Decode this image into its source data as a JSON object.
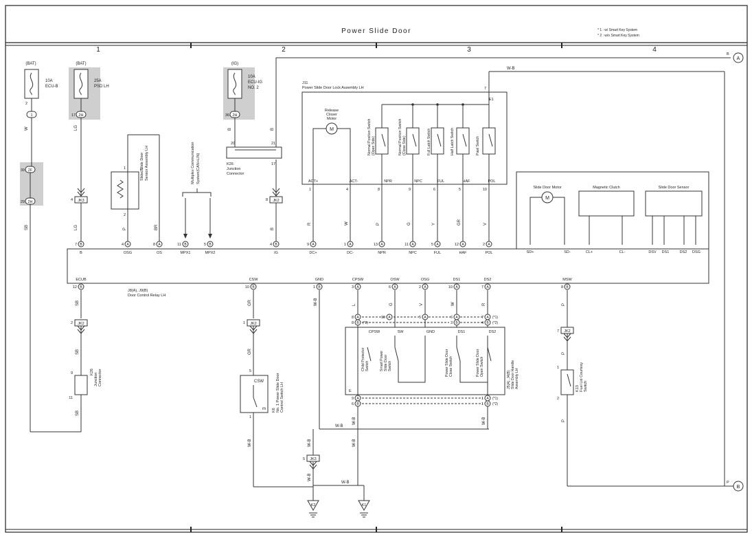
{
  "title": "Power Slide Door",
  "notes": [
    "* 1 : w/ Smart Key System",
    "* 2 : w/o Smart Key System"
  ],
  "columns": [
    "1",
    "2",
    "3",
    "4"
  ],
  "offpage": {
    "a": {
      "label": "A",
      "side": "B"
    },
    "b": {
      "label": "B",
      "side": "P"
    }
  },
  "fuses": {
    "f1": {
      "source": "(BAT)",
      "rating": "10A",
      "name": "ECU-B",
      "line2": ""
    },
    "f2": {
      "source": "(BAT)",
      "rating": "25A",
      "name": "PSD LH",
      "line2": ""
    },
    "f3": {
      "source": "(IG)",
      "rating": "10A",
      "name": "ECU-IG",
      "line2": "NO. 2"
    }
  },
  "junction_pins": {
    "p1": {
      "pin": "2",
      "conn": "1"
    },
    "p2": {
      "pin": "17",
      "conn": "2H"
    },
    "p3": {
      "pin": "36",
      "conn": "2H"
    },
    "p4": {
      "pin": "39",
      "conn": "2F"
    },
    "p5": {
      "pin": "29",
      "conn": "2H"
    }
  },
  "jk": {
    "jk3a": {
      "pin": "4",
      "name": "JK3"
    },
    "jk2a": {
      "pin": "8",
      "name": "JK2"
    },
    "jk2b": {
      "pin": "2",
      "name": "JK2"
    },
    "jk2c": {
      "pin": "1",
      "name": "JK2"
    },
    "jk2d": {
      "pin": "7",
      "name": "JK2"
    },
    "jk3b": {
      "pin": "5",
      "name": "JK3"
    }
  },
  "k26a": {
    "name": "K26",
    "sub": "Junction",
    "sub2": "Connector",
    "pins": [
      "20",
      "21",
      "17"
    ]
  },
  "k26b": {
    "name": "K26",
    "sub": "Junction",
    "sub2": "Connector",
    "pins": [
      "9",
      "11"
    ]
  },
  "j5": {
    "name": "J5",
    "line1": "Slider Slide Door",
    "line2": "Sensor Assembly LH",
    "pins": [
      "1",
      "2"
    ]
  },
  "mpx": {
    "line1": "Multiplex Communication",
    "line2": "System(CAN+LIN)"
  },
  "j11": {
    "id": "J11",
    "name": "Power Slide Door Lock Assembly LH",
    "e1": "E1",
    "pin_e1": "7",
    "motor": [
      "Release",
      "Closer",
      "Motor"
    ],
    "switches": [
      [
        "Normal Position Switch",
        "(Open Side)"
      ],
      [
        "Normal Position Switch",
        "(Close Side)"
      ],
      [
        "Full Latch Switch",
        ""
      ],
      [
        "Half Latch Switch",
        ""
      ],
      [
        "Pawl Switch",
        ""
      ]
    ],
    "terms": [
      "ACT+",
      "ACT-",
      "NPR",
      "NPC",
      "FUL",
      "HAF",
      "POL"
    ],
    "pins": [
      "1",
      "4",
      "8",
      "9",
      "6",
      "5",
      "10"
    ]
  },
  "wires": {
    "w_bat1": "W",
    "w_lg1": "LG",
    "w_lg2": "LG",
    "w_b1": "B",
    "w_b2": "B",
    "w_b3": "B",
    "w_sb1": "SB",
    "w_sb2": "SB",
    "w_sb3": "SB",
    "w_sb4": "SB",
    "w_p1": "P",
    "w_br": "BR",
    "w_r1": "R",
    "w_w1": "W",
    "w_p2": "P",
    "w_g1": "G",
    "w_y1": "Y",
    "w_gr1": "GR",
    "w_v1": "V",
    "w_wb_top": "W-B",
    "w_gr2": "GR",
    "w_gr3": "GR",
    "w_wb1": "W-B",
    "w_l": "L",
    "w_g2": "G",
    "w_v2": "V",
    "w_w2": "W",
    "w_r2": "R",
    "w_p3": "P",
    "w_p4": "P",
    "w_p5": "P",
    "w_wb2": "W-B",
    "w_wb3": "W-B",
    "w_wb4": "W-B",
    "w_wb5": "W-B",
    "w_wb6": "W-B",
    "w_wb7": "W-B",
    "w_wb8": "W-B",
    "w_wb9": "W-B"
  },
  "relay": {
    "name": "J8(A), J9(B)",
    "name2": "Door Control Relay LH",
    "top": [
      {
        "pin": "7",
        "conn": "B",
        "term": "B"
      },
      {
        "pin": "4",
        "conn": "A",
        "term": "OSG"
      },
      {
        "pin": "8",
        "conn": "A",
        "term": "OS"
      },
      {
        "pin": "11",
        "conn": "B",
        "term": "MPX1"
      },
      {
        "pin": "5",
        "conn": "B",
        "term": "MPX2"
      },
      {
        "pin": "4",
        "conn": "B",
        "term": "IG"
      },
      {
        "pin": "9",
        "conn": "A",
        "term": "DC+"
      },
      {
        "pin": "1",
        "conn": "A",
        "term": "DC-"
      },
      {
        "pin": "13",
        "conn": "A",
        "term": "NPR"
      },
      {
        "pin": "11",
        "conn": "A",
        "term": "NPC"
      },
      {
        "pin": "5",
        "conn": "A",
        "term": "FUL"
      },
      {
        "pin": "12",
        "conn": "A",
        "term": "HAF"
      },
      {
        "pin": "2",
        "conn": "A",
        "term": "POL"
      }
    ],
    "right_terms": [
      "SD+",
      "SD-",
      "CL+",
      "CL-",
      "DSV",
      "DS1",
      "DS2",
      "DSG"
    ],
    "bottom": [
      {
        "pin": "12",
        "conn": "B",
        "term": "ECUB"
      },
      {
        "pin": "10",
        "conn": "B",
        "term": "CSW"
      },
      {
        "pin": "1",
        "conn": "B",
        "term": "GND"
      },
      {
        "pin": "3",
        "conn": "A",
        "term": "CPSW"
      },
      {
        "pin": "6",
        "conn": "A",
        "term": "OSW"
      },
      {
        "pin": "2",
        "conn": "A",
        "term": "OSG"
      },
      {
        "pin": "10",
        "conn": "A",
        "term": "DS1"
      },
      {
        "pin": "7",
        "conn": "A",
        "term": "DS2"
      },
      {
        "pin": "8",
        "conn": "B",
        "term": "MSW"
      }
    ]
  },
  "components": {
    "motor": "Slide Door Motor",
    "clutch": "Magnetic Clutch",
    "sensor": "Slide Door Sensor"
  },
  "handle": {
    "name": "J5(A), J4(B)",
    "name2": "Slide Door Handle",
    "name3": "Assembly LH",
    "terms": [
      "CPSW",
      "SW",
      "GND",
      "DS1",
      "DS2"
    ],
    "e": "E",
    "switches": [
      [
        "Child Protector",
        "Switch"
      ],
      [
        "Smart Power",
        "Slide Door",
        "Switch"
      ],
      [
        "Power Slide Door",
        "Close Switch"
      ],
      [
        "Power Slide Door",
        "Open Switch"
      ]
    ],
    "left_pins": [
      {
        "pin": "8",
        "conn": "A",
        "tag": ""
      },
      {
        "pin": "8",
        "conn": "B",
        "tag": "(*2)"
      },
      {
        "pin": "9",
        "conn": "A",
        "tag": ""
      },
      {
        "pin": "6",
        "conn": "B",
        "tag": ""
      }
    ],
    "mid_pins": [
      {
        "pin": "10",
        "conn": "A"
      },
      {
        "pin": "5",
        "conn": "A"
      },
      {
        "pin": "6",
        "conn": "A"
      },
      {
        "pin": "3",
        "conn": "B"
      }
    ],
    "right_pins": [
      {
        "pin": "7",
        "conn": "A",
        "tag": "(*1)"
      },
      {
        "pin": "4",
        "conn": "B",
        "tag": "(*2)"
      },
      {
        "pin": "1",
        "conn": "A",
        "tag": "(*1)"
      },
      {
        "pin": "1",
        "conn": "B",
        "tag": "(*2)"
      }
    ]
  },
  "k6": {
    "name": "K6",
    "line1": "No. 1 Power Slide Door",
    "line2": "Control Switch LH",
    "term": "CSW",
    "m": "m",
    "pins": [
      "5",
      "1"
    ]
  },
  "k13": {
    "name": "K13",
    "line1": "Fuel Lid Courtesy",
    "line2": "Switch",
    "pins": [
      "1",
      "2"
    ]
  },
  "grounds": {
    "k2": "K2",
    "k1": "K1"
  }
}
